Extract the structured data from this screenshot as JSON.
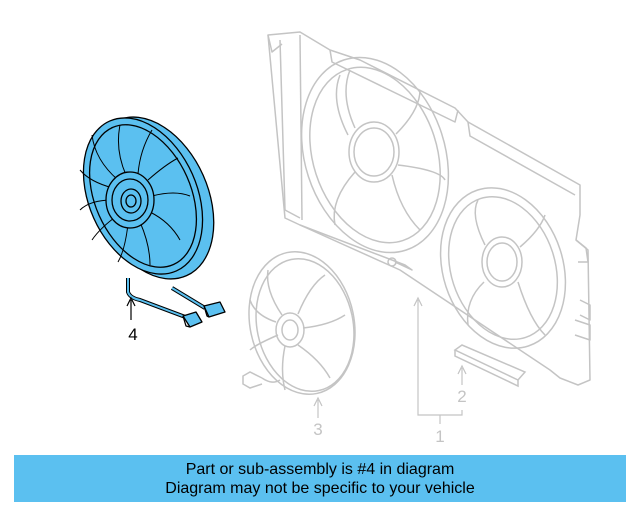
{
  "diagram": {
    "callouts": {
      "c1": "1",
      "c2": "2",
      "c3": "3",
      "c4": "4"
    },
    "highlighted_part": "4",
    "colors": {
      "highlight_fill": "#5bc0f0",
      "outline": "#000000",
      "ghost": "#c4c4c4"
    }
  },
  "banner": {
    "line1": "Part or sub-assembly is #4 in diagram",
    "line2": "Diagram may not be specific to your vehicle",
    "color": "#5bc0f0"
  }
}
